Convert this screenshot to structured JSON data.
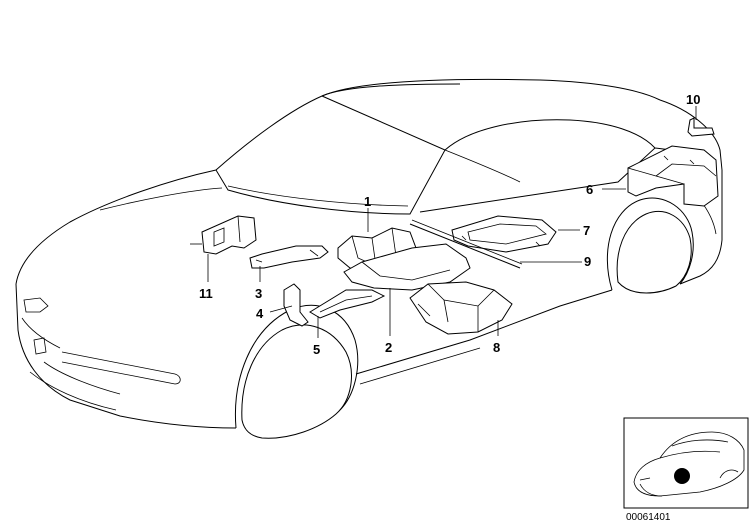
{
  "diagram": {
    "callouts": [
      {
        "id": "1",
        "label": "1"
      },
      {
        "id": "2",
        "label": "2"
      },
      {
        "id": "3",
        "label": "3"
      },
      {
        "id": "4",
        "label": "4"
      },
      {
        "id": "5",
        "label": "5"
      },
      {
        "id": "6",
        "label": "6"
      },
      {
        "id": "7",
        "label": "7"
      },
      {
        "id": "8",
        "label": "8"
      },
      {
        "id": "9",
        "label": "9"
      },
      {
        "id": "10",
        "label": "10"
      },
      {
        "id": "11",
        "label": "11"
      }
    ],
    "document_number": "00061401"
  }
}
